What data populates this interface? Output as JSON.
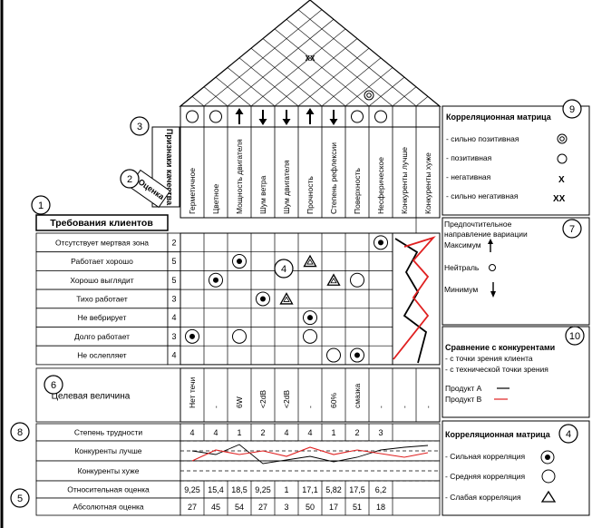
{
  "roof": {
    "label": "XX"
  },
  "header": {
    "characteristics_label": "Признаки качества",
    "rating_label": "Оценка",
    "requirements_title": "Требования клиентов"
  },
  "columns": [
    "Герметичное",
    "Цветное",
    "Мощность двигателя",
    "Шум ветра",
    "Шум двигателя",
    "Прочность",
    "Степень рефлексии",
    "Поверхность",
    "Несферическое",
    "Конкуренты лучше",
    "Конкуренты хуже"
  ],
  "column_symbols": [
    "circle",
    "circle",
    "up",
    "down",
    "down",
    "up",
    "down",
    "circle",
    "circle",
    "none",
    "none"
  ],
  "requirements": [
    {
      "label": "Отсутствует мертвая зона",
      "rating": "2"
    },
    {
      "label": "Работает хорошо",
      "rating": "5"
    },
    {
      "label": "Хорошо выглядит",
      "rating": "5"
    },
    {
      "label": "Тихо работает",
      "rating": "3"
    },
    {
      "label": "Не вебрирует",
      "rating": "4"
    },
    {
      "label": "Долго работает",
      "rating": "3"
    },
    {
      "label": "Не ослепляет",
      "rating": "4"
    }
  ],
  "matrix": [
    {
      "row": 0,
      "col": 8,
      "type": "strong"
    },
    {
      "row": 1,
      "col": 2,
      "type": "strong"
    },
    {
      "row": 1,
      "col": 5,
      "type": "weak"
    },
    {
      "row": 2,
      "col": 1,
      "type": "strong"
    },
    {
      "row": 2,
      "col": 6,
      "type": "weak"
    },
    {
      "row": 2,
      "col": 7,
      "type": "medium"
    },
    {
      "row": 3,
      "col": 3,
      "type": "strong"
    },
    {
      "row": 3,
      "col": 4,
      "type": "weak"
    },
    {
      "row": 4,
      "col": 5,
      "type": "strong"
    },
    {
      "row": 5,
      "col": 0,
      "type": "strong"
    },
    {
      "row": 5,
      "col": 2,
      "type": "medium"
    },
    {
      "row": 5,
      "col": 5,
      "type": "medium"
    },
    {
      "row": 6,
      "col": 6,
      "type": "medium"
    },
    {
      "row": 6,
      "col": 7,
      "type": "strong"
    }
  ],
  "roof_marks": [
    {
      "from": 7,
      "to": 8,
      "type": "strong_positive"
    }
  ],
  "target": {
    "label": "Целевая величина",
    "values": [
      "Нет течи",
      "-",
      "6W",
      "<2dB",
      "<2dB",
      "-",
      "60%",
      "смазка",
      "-",
      "-",
      "-"
    ]
  },
  "difficulty": {
    "label": "Степень трудности",
    "values": [
      "4",
      "4",
      "1",
      "2",
      "4",
      "4",
      "1",
      "2",
      "3"
    ]
  },
  "competitors": {
    "better_label": "Конкуренты лучше",
    "worse_label": "Конкуренты хуже"
  },
  "relative": {
    "label": "Относительная оценка",
    "values": [
      "9,25",
      "15,4",
      "18,5",
      "9,25",
      "1",
      "17,1",
      "5,82",
      "17,5",
      "6,2"
    ]
  },
  "absolute": {
    "label": "Абсолютная оценка",
    "values": [
      "27",
      "45",
      "54",
      "27",
      "3",
      "50",
      "17",
      "51",
      "18"
    ]
  },
  "markers": [
    "1",
    "2",
    "3",
    "4",
    "5",
    "6",
    "7",
    "8",
    "9",
    "10",
    "4"
  ],
  "legend_correlation": {
    "title": "Корреляционная матрица",
    "items": [
      "- сильно позитивная",
      "- позитивная",
      "- негативная",
      "- сильно негативная"
    ],
    "symbols": [
      "◎",
      "○",
      "X",
      "XX"
    ]
  },
  "legend_direction": {
    "title": "Предпочтительное направление вариации",
    "items": [
      "Максимум",
      "Нейтраль",
      "Минимум"
    ]
  },
  "legend_compare": {
    "title": "Сравнение с конкурентами",
    "items": [
      "- с точки зрения клиента",
      "- с технической точки зрения"
    ],
    "product_a": "Продукт А",
    "product_b": "Продукт В"
  },
  "legend_relations": {
    "title": "Корреляционная матрица",
    "items": [
      "- Сильная корреляция",
      "- Средняя корреляция",
      "- Слабая корреляция"
    ]
  },
  "colors": {
    "product_a": "#000000",
    "product_b": "#e02020"
  }
}
